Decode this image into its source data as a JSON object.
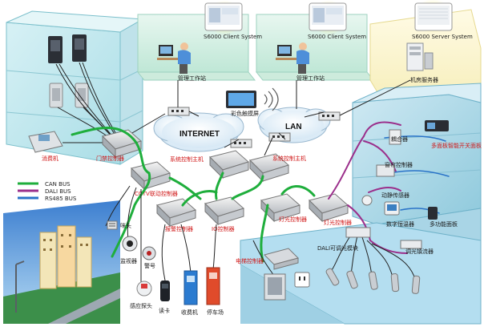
{
  "networks": {
    "internet": "INTERNET",
    "lan": "LAN"
  },
  "workstations": {
    "ws1_screen": "S6000 Client System",
    "ws2_screen": "S6000 Client System",
    "server_screen": "S6000 Server System",
    "ws1_label": "管理工作站",
    "ws2_label": "管理工作站",
    "server_label": "机房服务器"
  },
  "left_devices": {
    "consumption_machine": "消费机",
    "access_controller": "门禁控制器",
    "cctv_controller": "CCTV联动控制器",
    "alarm_controller": "报警控制器",
    "io_controller": "IO控制器",
    "system_controller": "系统控制主机"
  },
  "center_devices": {
    "touch_screen": "彩色触摸屏",
    "system_controller_2": "系统控制主机",
    "light_controller_1": "灯光控制器",
    "light_controller_2": "灯光控制器",
    "ec_controller": "电梯控制器",
    "dali_module": "DALI可调光模块",
    "dimmer_controller": "调光镇流器"
  },
  "right_devices": {
    "coupler": "耦合器",
    "multi_switch": "多面板智能开关面板",
    "window_controller": "窗帘控制器",
    "sensor": "动静传感器",
    "temp_controller": "数字恒温器",
    "multi_panel": "多功能面板"
  },
  "outdoor": {
    "microphone": "咪头",
    "monitor_screen": "监视器",
    "alarm_horn": "警号",
    "infrared": "感应探头"
  },
  "terminals": {
    "card_reader": "读卡",
    "ticket_machine": "收费机",
    "parking_terminal": "停车场"
  },
  "legend": {
    "items": [
      {
        "name": "CAN BUS",
        "color": "#1fae3c"
      },
      {
        "name": "DALI BUS",
        "color": "#9b2f8b"
      },
      {
        "name": "RS485 BUS",
        "color": "#2a73c8"
      }
    ]
  }
}
